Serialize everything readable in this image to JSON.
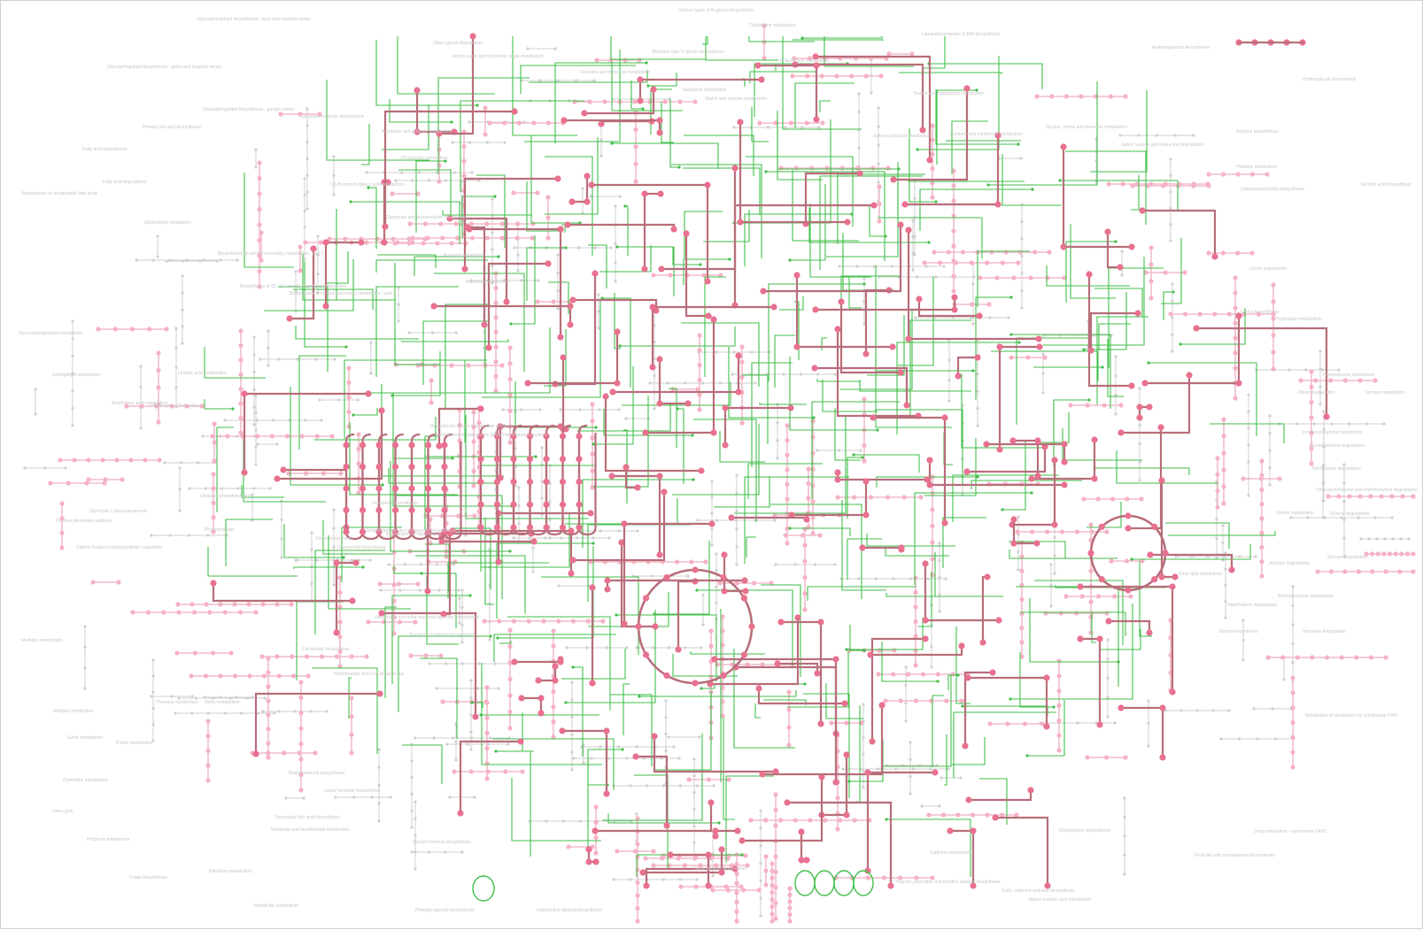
{
  "credit": "",
  "legend_colors": {
    "background": "#ffffff",
    "inactive_path": "#d2d2d2",
    "pink_path": "#f2bccb",
    "pink_node": "#f08aa7",
    "green_path": "#42be4a",
    "dark_path": "#b86e7a",
    "dark_node": "#e8718f"
  },
  "pathway_labels": [
    "Glycosphingolipid biosynthesis - lacto and neolacto series",
    "Glycosphingolipid biosynthesis - globo and isoglobo series",
    "Glycosphingolipid biosynthesis - ganglio series",
    "Glycosaminoglycan biosynthesis",
    "Other glycan degradation",
    "Mannose type O-glycan biosynthesis",
    "Various types of N-glycan biosynthesis",
    "Lipoarabinomannan (LAM) biosynthesis",
    "Arabinogalactan biosynthesis",
    "Peptidoglycan biosynthesis",
    "Teichoic acid biosynthesis",
    "Lipopolysaccharide biosynthesis",
    "Inositol phosphate metabolism",
    "Steroid biosynthesis",
    "Primary bile acid biosynthesis",
    "Fatty acid biosynthesis",
    "Fatty acid degradation",
    "Biosynthesis of unsaturated fatty acids",
    "Glycerolipid metabolism",
    "Glycerophospholipid metabolism",
    "Sphingolipid metabolism",
    "Arachidonic acid metabolism",
    "Linoleic acid metabolism",
    "Citrate cycle (TCA cycle)",
    "Glycolysis / Gluconeogenesis",
    "Pentose phosphate pathway",
    "Oxidative phosphorylation",
    "Photosynthesis",
    "Carbon fixation in photosynthetic organisms",
    "Methane metabolism",
    "Nitrogen metabolism",
    "Sulfur metabolism",
    "Purine metabolism",
    "Pyrimidine metabolism",
    "Urea cycle",
    "Porphyrin metabolism",
    "Folate biosynthesis",
    "Riboflavin metabolism",
    "Vitamin B6 metabolism",
    "Nicotinate and nicotinamide metabolism",
    "Pantothenate and CoA biosynthesis",
    "Biotin metabolism",
    "Thiamine metabolism",
    "Ubiquinone and other terpenoid-quinone biosynthesis",
    "Terpenoid backbone biosynthesis",
    "Carotenoid biosynthesis",
    "Flavonoid biosynthesis",
    "Phenylpropanoid biosynthesis",
    "Isoquinoline alkaloid biosynthesis",
    "Indole alkaloid biosynthesis",
    "Tropane, piperidine and pyridine alkaloid biosynthesis",
    "Caffeine metabolism",
    "Streptomycin biosynthesis",
    "Penicillin and cephalosporin biosynthesis",
    "Drug metabolism - cytochrome P450",
    "Metabolism of xenobiotics by cytochrome P450",
    "Benzoate degradation",
    "Naphthalene degradation",
    "Aminobenzoate degradation",
    "Atrazine degradation",
    "Styrene degradation",
    "Toluene degradation",
    "Xylene degradation",
    "Chlorocyclohexane and chlorobenzene degradation",
    "Nitrotoluene degradation",
    "Fluorobenzoate degradation",
    "Dioxin degradation",
    "Tyrosine metabolism",
    "Phenylalanine metabolism",
    "Tryptophan metabolism",
    "Lysine biosynthesis",
    "Lysine degradation",
    "Histidine metabolism",
    "Arginine biosynthesis",
    "Valine, leucine and isoleucine degradation",
    "Glycine, serine and threonine metabolism",
    "Cysteine and methionine metabolism",
    "Taurine and hypotaurine metabolism",
    "Selenocompound metabolism",
    "Glutathione metabolism",
    "beta-Alanine metabolism",
    "Starch and sucrose metabolism",
    "Galactose metabolism",
    "Fructose and mannose metabolism",
    "Amino sugar and nucleotide sugar metabolism",
    "Ascorbate and aldarate metabolism",
    "Propanoate metabolism",
    "Butanoate metabolism",
    "Pyruvate metabolism",
    "Glyoxylate and dicarboxylate metabolism",
    "C5-Branched dibasic acid metabolism",
    "Biosynthesis of various secondary metabolites - part 1",
    "Biosynthesis of various secondary metabolites - part 2",
    "Biosynthesis of 12-, 14- and 16-membered macrolides",
    "Biosynthesis of type II polyketide products",
    "Biosynthesis of siderophore group nonribosomal peptides",
    "Zeatin biosynthesis",
    "Diterpenoid biosynthesis",
    "Sesquiterpenoid and triterpenoid biosynthesis",
    "Monoterpenoid biosynthesis",
    "Brassinosteroid biosynthesis",
    "Insect hormone biosynthesis",
    "Secondary bile acid biosynthesis",
    "Steroid hormone biosynthesis",
    "Cutin, suberine and wax biosynthesis",
    "alpha-Linolenic acid metabolism",
    "Ether lipid metabolism"
  ]
}
